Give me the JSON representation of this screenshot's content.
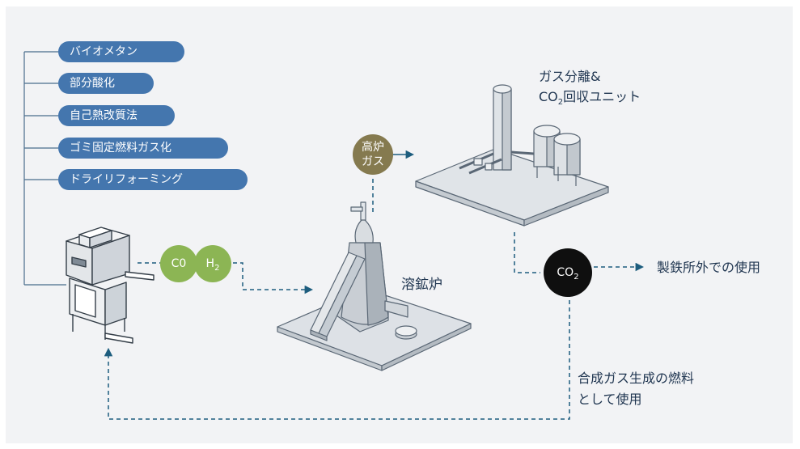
{
  "process_methods": [
    "バイオメタン",
    "部分酸化",
    "自己熱改質法",
    "ゴミ固定燃料ガス化",
    "ドライリフォーミング"
  ],
  "gas_components": {
    "co": "C0",
    "h2_main": "H",
    "h2_sub": "2"
  },
  "blast_furnace_gas": {
    "line1": "高炉",
    "line2": "ガス"
  },
  "smelting_furnace_label": "溶鉱炉",
  "separation_unit": {
    "line1": "ガス分離&",
    "line2_prefix": "CO",
    "line2_sub": "2",
    "line2_suffix": "回収ユニット"
  },
  "co2_node": {
    "main": "CO",
    "sub": "2"
  },
  "external_use_label": "製鉄所外での使用",
  "syngas_fuel_label": {
    "line1": "合成ガス生成の燃料",
    "line2": "として使用"
  },
  "colors": {
    "pill_blue": "#4476ae",
    "gas_green": "#8cb554",
    "olive": "#857a4f",
    "black": "#0f0f0f",
    "dashed_line": "#1d5d7e",
    "text": "#1f3550"
  }
}
